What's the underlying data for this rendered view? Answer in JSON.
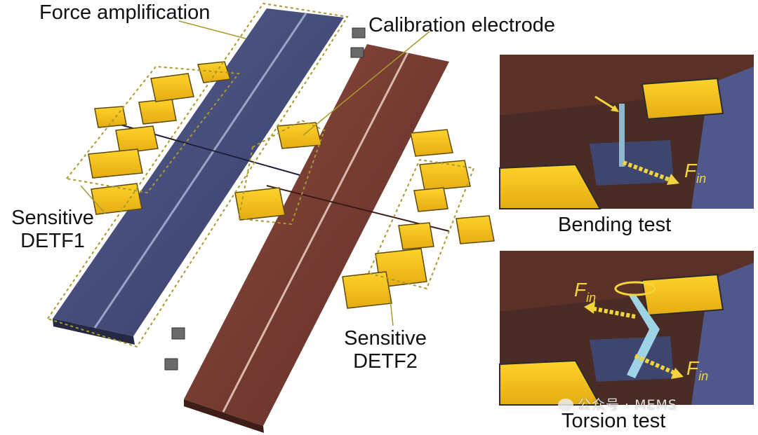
{
  "labels": {
    "force_amplification": "Force amplification",
    "calibration_electrode": "Calibration electrode",
    "sensitive_detf1_line1": "Sensitive",
    "sensitive_detf1_line2": "DETF1",
    "sensitive_detf2_line1": "Sensitive",
    "sensitive_detf2_line2": "DETF2",
    "bending_test": "Bending test",
    "torsion_test": "Torsion test"
  },
  "insets": {
    "bending": {
      "force_label": "F",
      "force_subscript": "in"
    },
    "torsion": {
      "force_label_top": "F",
      "force_subscript_top": "in",
      "force_label_bottom": "F",
      "force_subscript_bottom": "in"
    }
  },
  "watermark": {
    "text": "公众号 · MEMS",
    "logo": "wechat-icon"
  },
  "colors": {
    "blue_beam": "#434a78",
    "brown_beam": "#7a3d33",
    "gold_pad": "#f2c11d",
    "dotted_outline": "#a89a2c",
    "arrow_yellow": "#f3d43a"
  }
}
